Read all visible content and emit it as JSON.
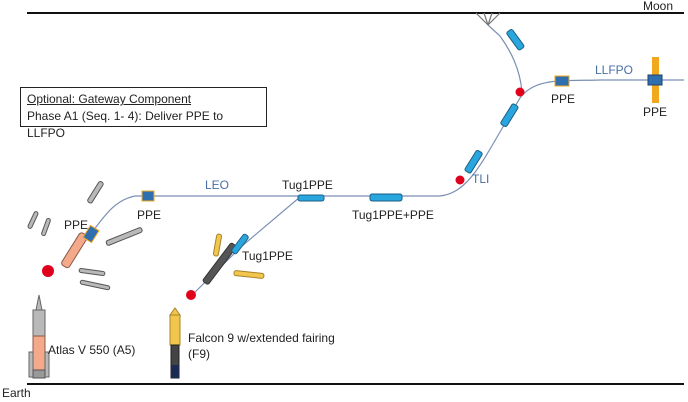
{
  "top_label": "Moon",
  "bottom_label": "Earth",
  "callout": {
    "title": "Optional: Gateway Component",
    "text": "Phase A1 (Seq. 1- 4): Deliver PPE to LLFPO"
  },
  "trajectory_labels": {
    "leo": "LEO",
    "tli": "TLI",
    "llfpo": "LLFPO"
  },
  "element_labels": {
    "ppe_launch": "PPE",
    "ppe_leo": "PPE",
    "tug_leo": "Tug1PPE",
    "tug_launch": "Tug1PPE",
    "tug_ppe": "Tug1PPE+PPE",
    "ppe_lunar": "PPE",
    "ppe_final": "PPE"
  },
  "vehicles": {
    "atlas": "Atlas V 550 (A5)",
    "falcon_line1": "Falcon 9 w/extended fairing",
    "falcon_line2": "(F9)"
  },
  "colors": {
    "trajectory": "#7a8fb3",
    "module_blue": "#2aa6df",
    "burn_red": "#e0001b",
    "fairing_yellow": "#f2c64d",
    "atlas_orange": "#f3a98a",
    "gray_stage": "#b9b9b9",
    "solar_array": "#f0a81e"
  }
}
